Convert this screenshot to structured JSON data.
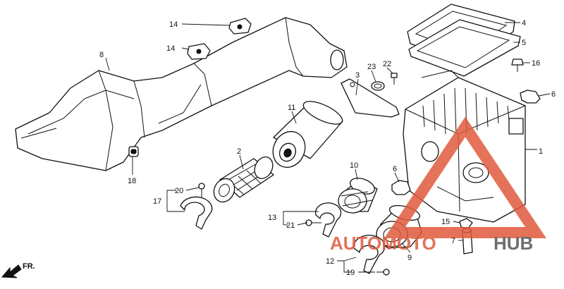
{
  "diagram": {
    "callouts": [
      {
        "id": "c1",
        "label": "1"
      },
      {
        "id": "c2",
        "label": "2"
      },
      {
        "id": "c3",
        "label": "3"
      },
      {
        "id": "c4",
        "label": "4"
      },
      {
        "id": "c5",
        "label": "5"
      },
      {
        "id": "c6a",
        "label": "6"
      },
      {
        "id": "c6b",
        "label": "6"
      },
      {
        "id": "c7",
        "label": "7"
      },
      {
        "id": "c8",
        "label": "8"
      },
      {
        "id": "c9",
        "label": "9"
      },
      {
        "id": "c10",
        "label": "10"
      },
      {
        "id": "c11",
        "label": "11"
      },
      {
        "id": "c12",
        "label": "12"
      },
      {
        "id": "c13",
        "label": "13"
      },
      {
        "id": "c14a",
        "label": "14"
      },
      {
        "id": "c14b",
        "label": "14"
      },
      {
        "id": "c15",
        "label": "15"
      },
      {
        "id": "c16",
        "label": "16"
      },
      {
        "id": "c17",
        "label": "17"
      },
      {
        "id": "c18",
        "label": "18"
      },
      {
        "id": "c19",
        "label": "19"
      },
      {
        "id": "c20",
        "label": "20"
      },
      {
        "id": "c21",
        "label": "21"
      },
      {
        "id": "c22",
        "label": "22"
      },
      {
        "id": "c23",
        "label": "23"
      }
    ],
    "direction_label": "FR.",
    "watermark": {
      "text_left": "AUTOMOTO",
      "text_right": "HUB",
      "color_left": "#e05a3c",
      "color_right": "#555555",
      "triangle_color": "#e05a3c"
    }
  }
}
